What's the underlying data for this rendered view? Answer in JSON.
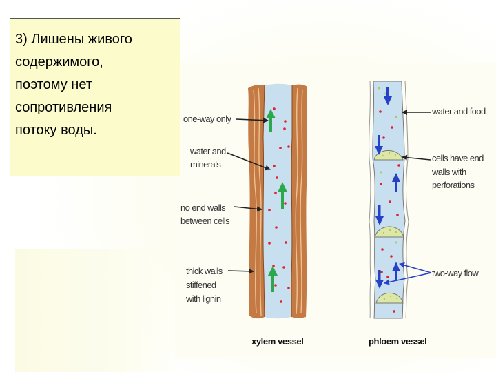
{
  "caption": {
    "lines": [
      "3) Лишены живого",
      "содержимого,",
      "поэтому нет",
      "сопротивления",
      "потоку воды."
    ]
  },
  "diagram": {
    "labels": {
      "one_way_only": "one-way only",
      "water_and_minerals_1": "water and",
      "water_and_minerals_2": "minerals",
      "no_end_walls_1": "no end walls",
      "no_end_walls_2": "between cells",
      "thick_walls_1": "thick walls",
      "thick_walls_2": "stiffened",
      "thick_walls_3": "with lignin",
      "water_and_food": "water and food",
      "cells_end_walls_1": "cells have end",
      "cells_end_walls_2": "walls with",
      "cells_end_walls_3": "perforations",
      "two_way_flow": "two-way flow",
      "xylem_vessel": "xylem vessel",
      "phloem_vessel": "phloem vessel"
    },
    "colors": {
      "wood": "#c47a44",
      "lumen": "#c8dff0",
      "sieve_plate": "#dde8a6",
      "up_arrow": "#2aa84a",
      "down_arrow": "#2640c8",
      "particle": "#e0202a"
    }
  }
}
